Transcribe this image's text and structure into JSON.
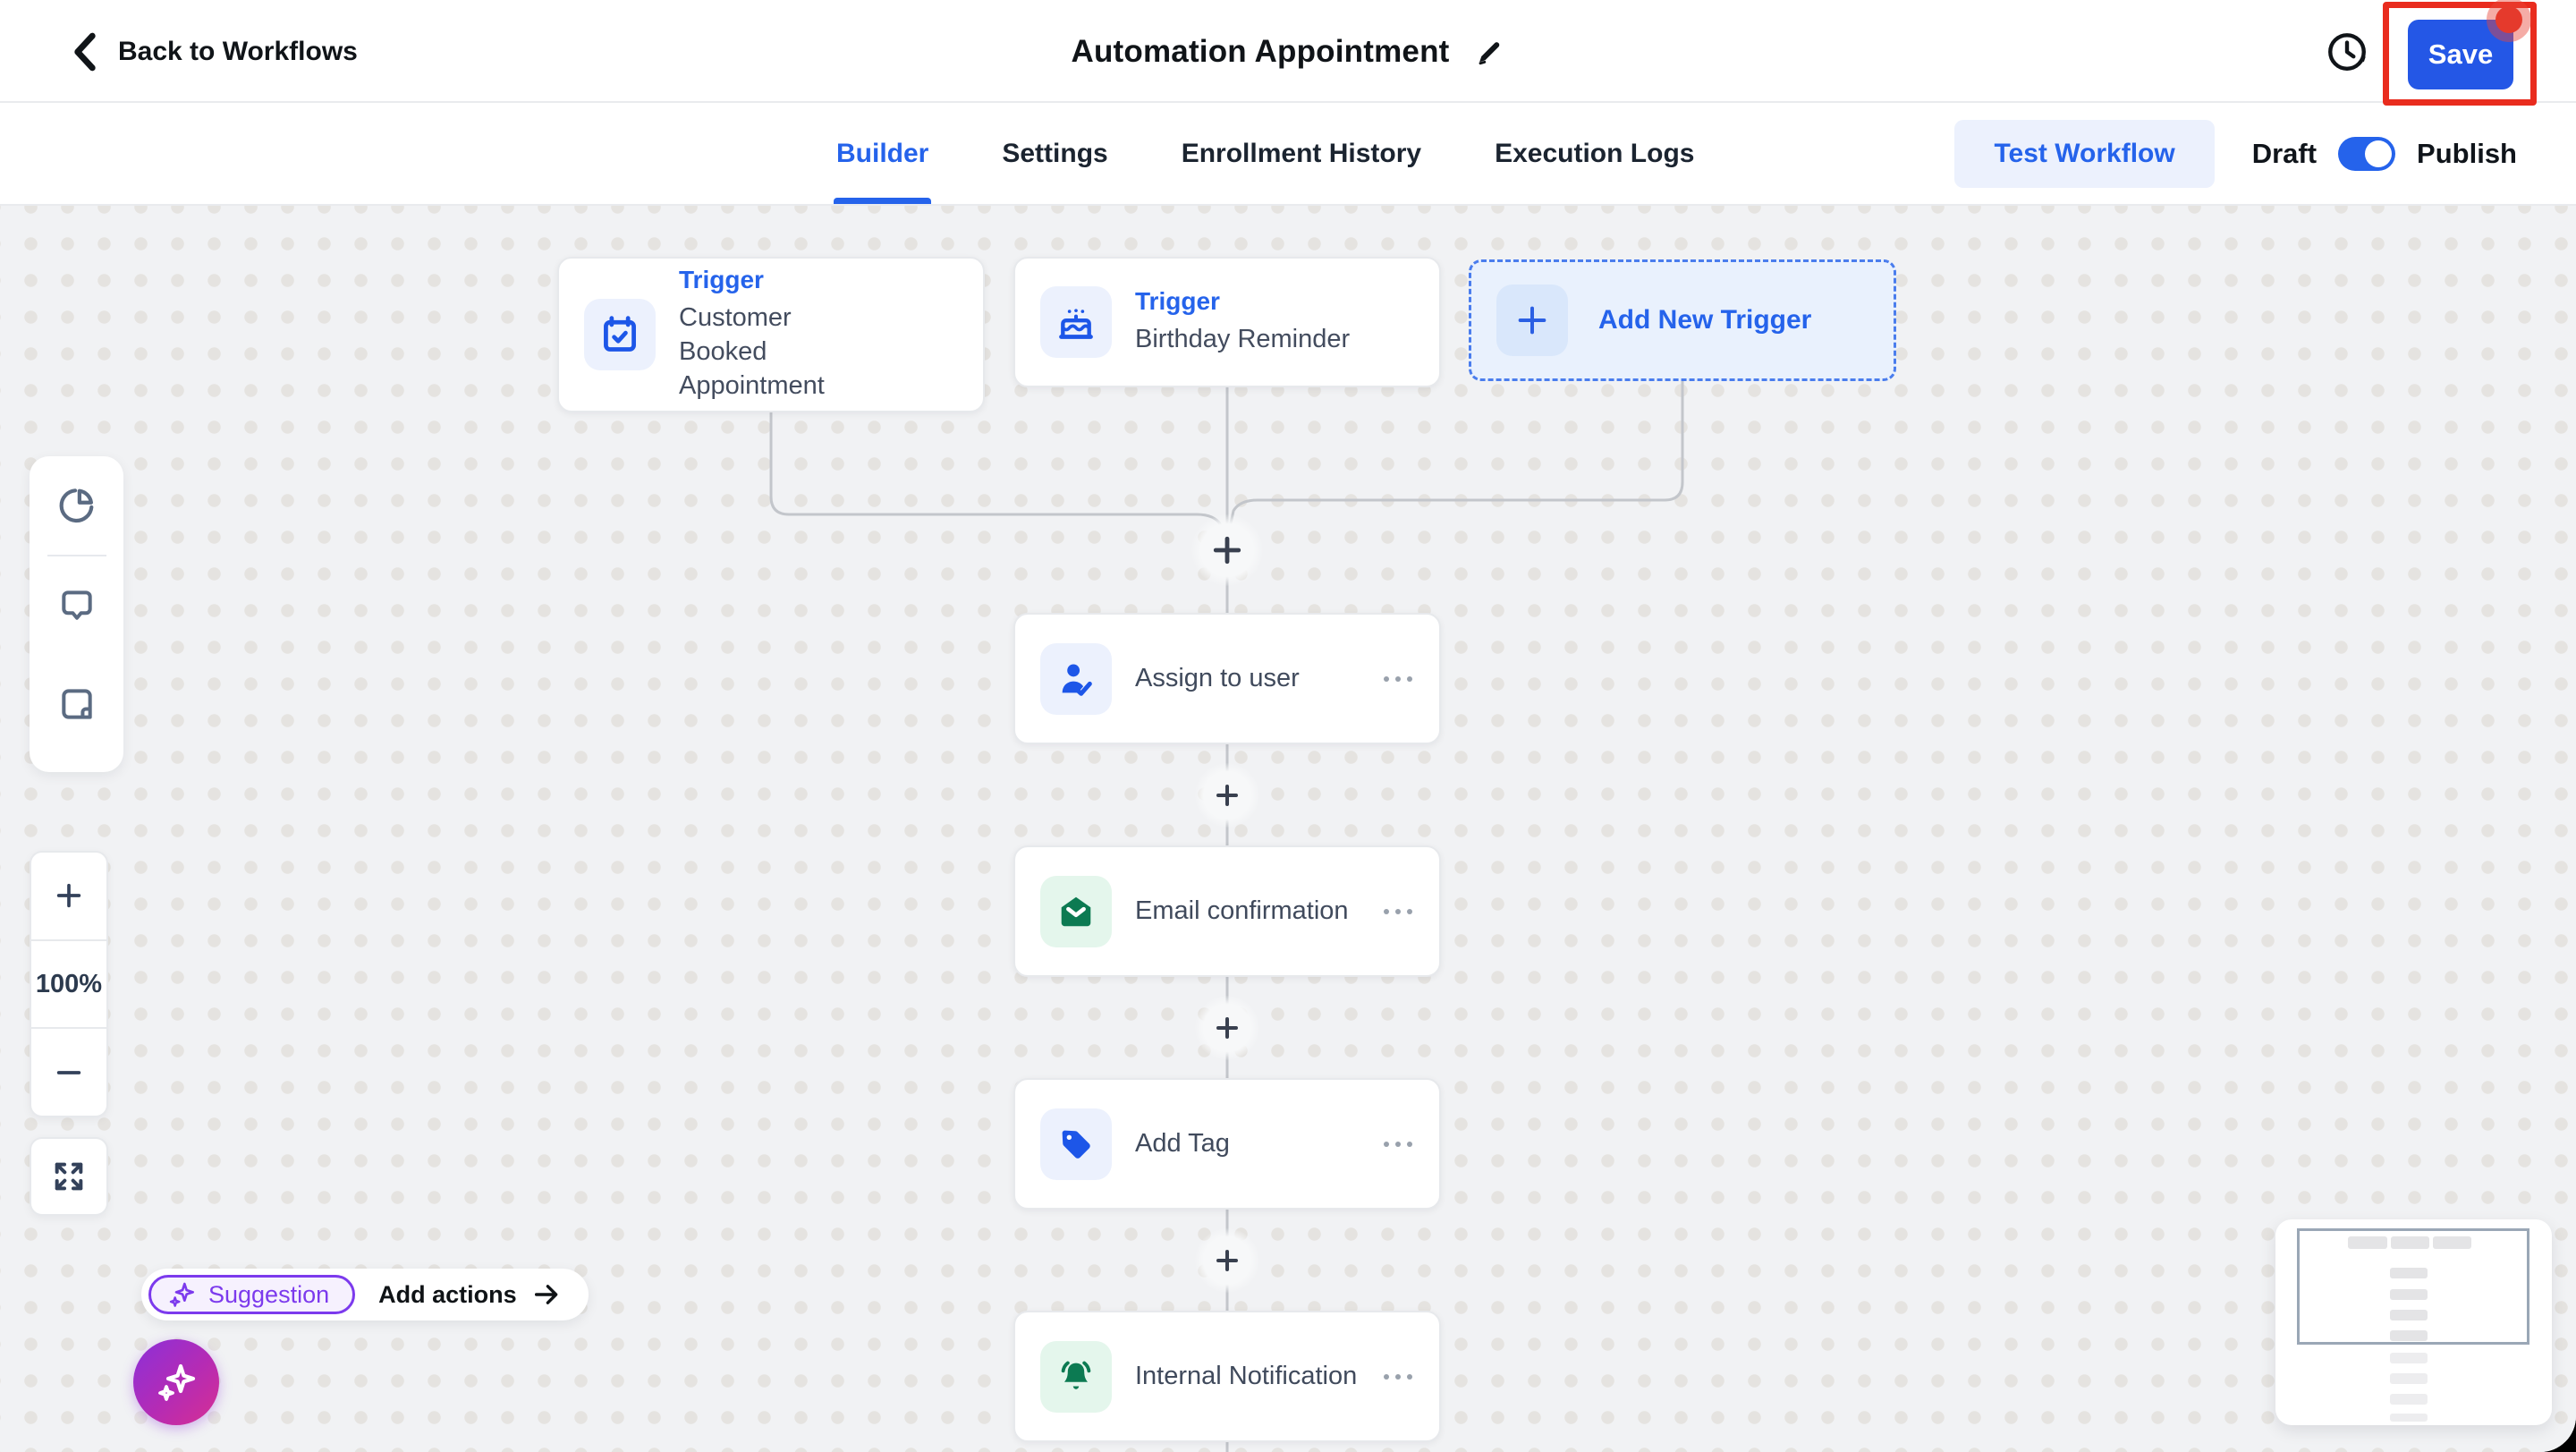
{
  "header": {
    "back_label": "Back to Workflows",
    "title": "Automation Appointment",
    "save_label": "Save"
  },
  "tabs": {
    "builder": "Builder",
    "settings": "Settings",
    "enrollment_history": "Enrollment History",
    "execution_logs": "Execution Logs"
  },
  "controls": {
    "test_workflow": "Test Workflow",
    "draft": "Draft",
    "publish": "Publish",
    "publish_toggle_state": "on"
  },
  "triggers": {
    "type_label": "Trigger",
    "first_name": "Customer Booked Appointment",
    "second_name": "Birthday Reminder",
    "add_new_label": "Add New Trigger"
  },
  "actions": {
    "assign": "Assign to user",
    "email": "Email confirmation",
    "tag": "Add Tag",
    "notification": "Internal Notification"
  },
  "zoom": {
    "level": "100%"
  },
  "suggestion": {
    "badge": "Suggestion",
    "cta": "Add actions"
  },
  "colors": {
    "accent_blue": "#2563eb",
    "action_green": "#0c7a52",
    "suggestion_purple": "#7c3aed",
    "annotation_red": "#e92c1e",
    "save_blue": "#2457e6"
  }
}
